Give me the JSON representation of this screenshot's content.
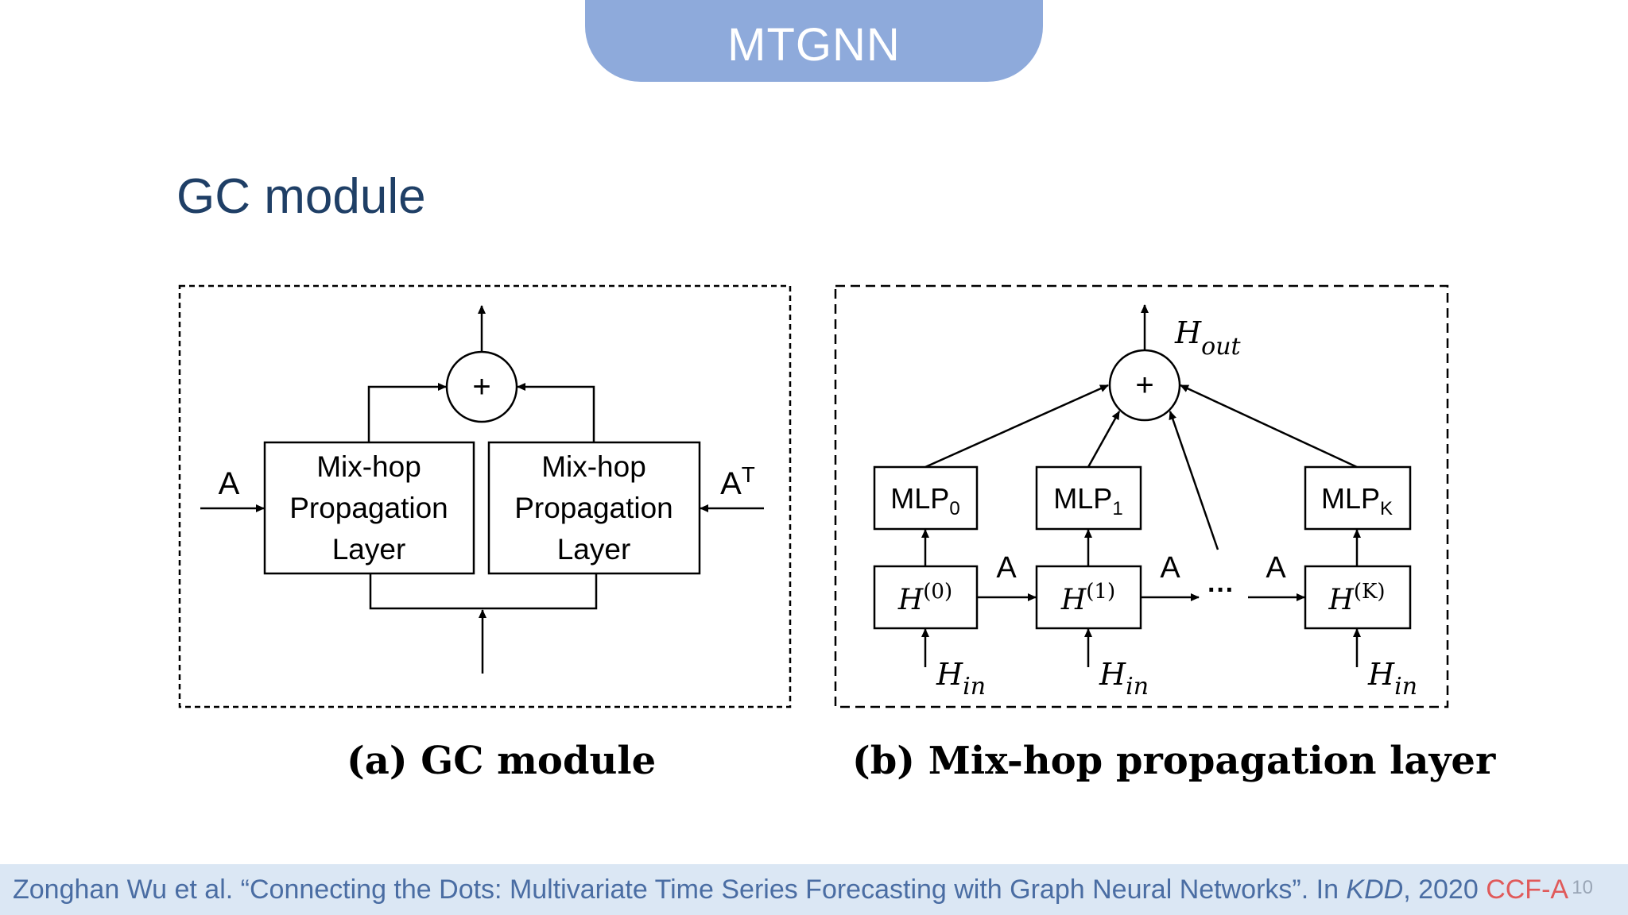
{
  "slide": {
    "title": "MTGNN",
    "heading": "GC module",
    "page_number": "10"
  },
  "diagram_a": {
    "caption": "(a) GC module",
    "block_left_line1": "Mix-hop",
    "block_left_line2": "Propagation",
    "block_left_line3": "Layer",
    "block_right_line1": "Mix-hop",
    "block_right_line2": "Propagation",
    "block_right_line3": "Layer",
    "input_left": "A",
    "input_right": "A",
    "input_right_sup": "T",
    "sum_symbol": "+"
  },
  "diagram_b": {
    "caption": "(b) Mix-hop propagation layer",
    "sum_symbol": "+",
    "output_H": "H",
    "output_sub": "out",
    "mlps": [
      {
        "label": "MLP",
        "sub": "0"
      },
      {
        "label": "MLP",
        "sub": "1"
      },
      {
        "label": "MLP",
        "sub": "K"
      }
    ],
    "hidden": [
      {
        "label": "H",
        "sup": "(0)"
      },
      {
        "label": "H",
        "sup": "(1)"
      },
      {
        "label": "H",
        "sup": "(K)"
      }
    ],
    "edge_label": "A",
    "ellipsis": "···",
    "input_H": "H",
    "input_sub": "in"
  },
  "citation": {
    "text": "Zonghan Wu et al. “Connecting the Dots: Multivariate Time Series Forecasting with Graph Neural Networks”. In ",
    "venue": "KDD",
    "year": ", 2020 ",
    "rank": "CCF-A"
  }
}
